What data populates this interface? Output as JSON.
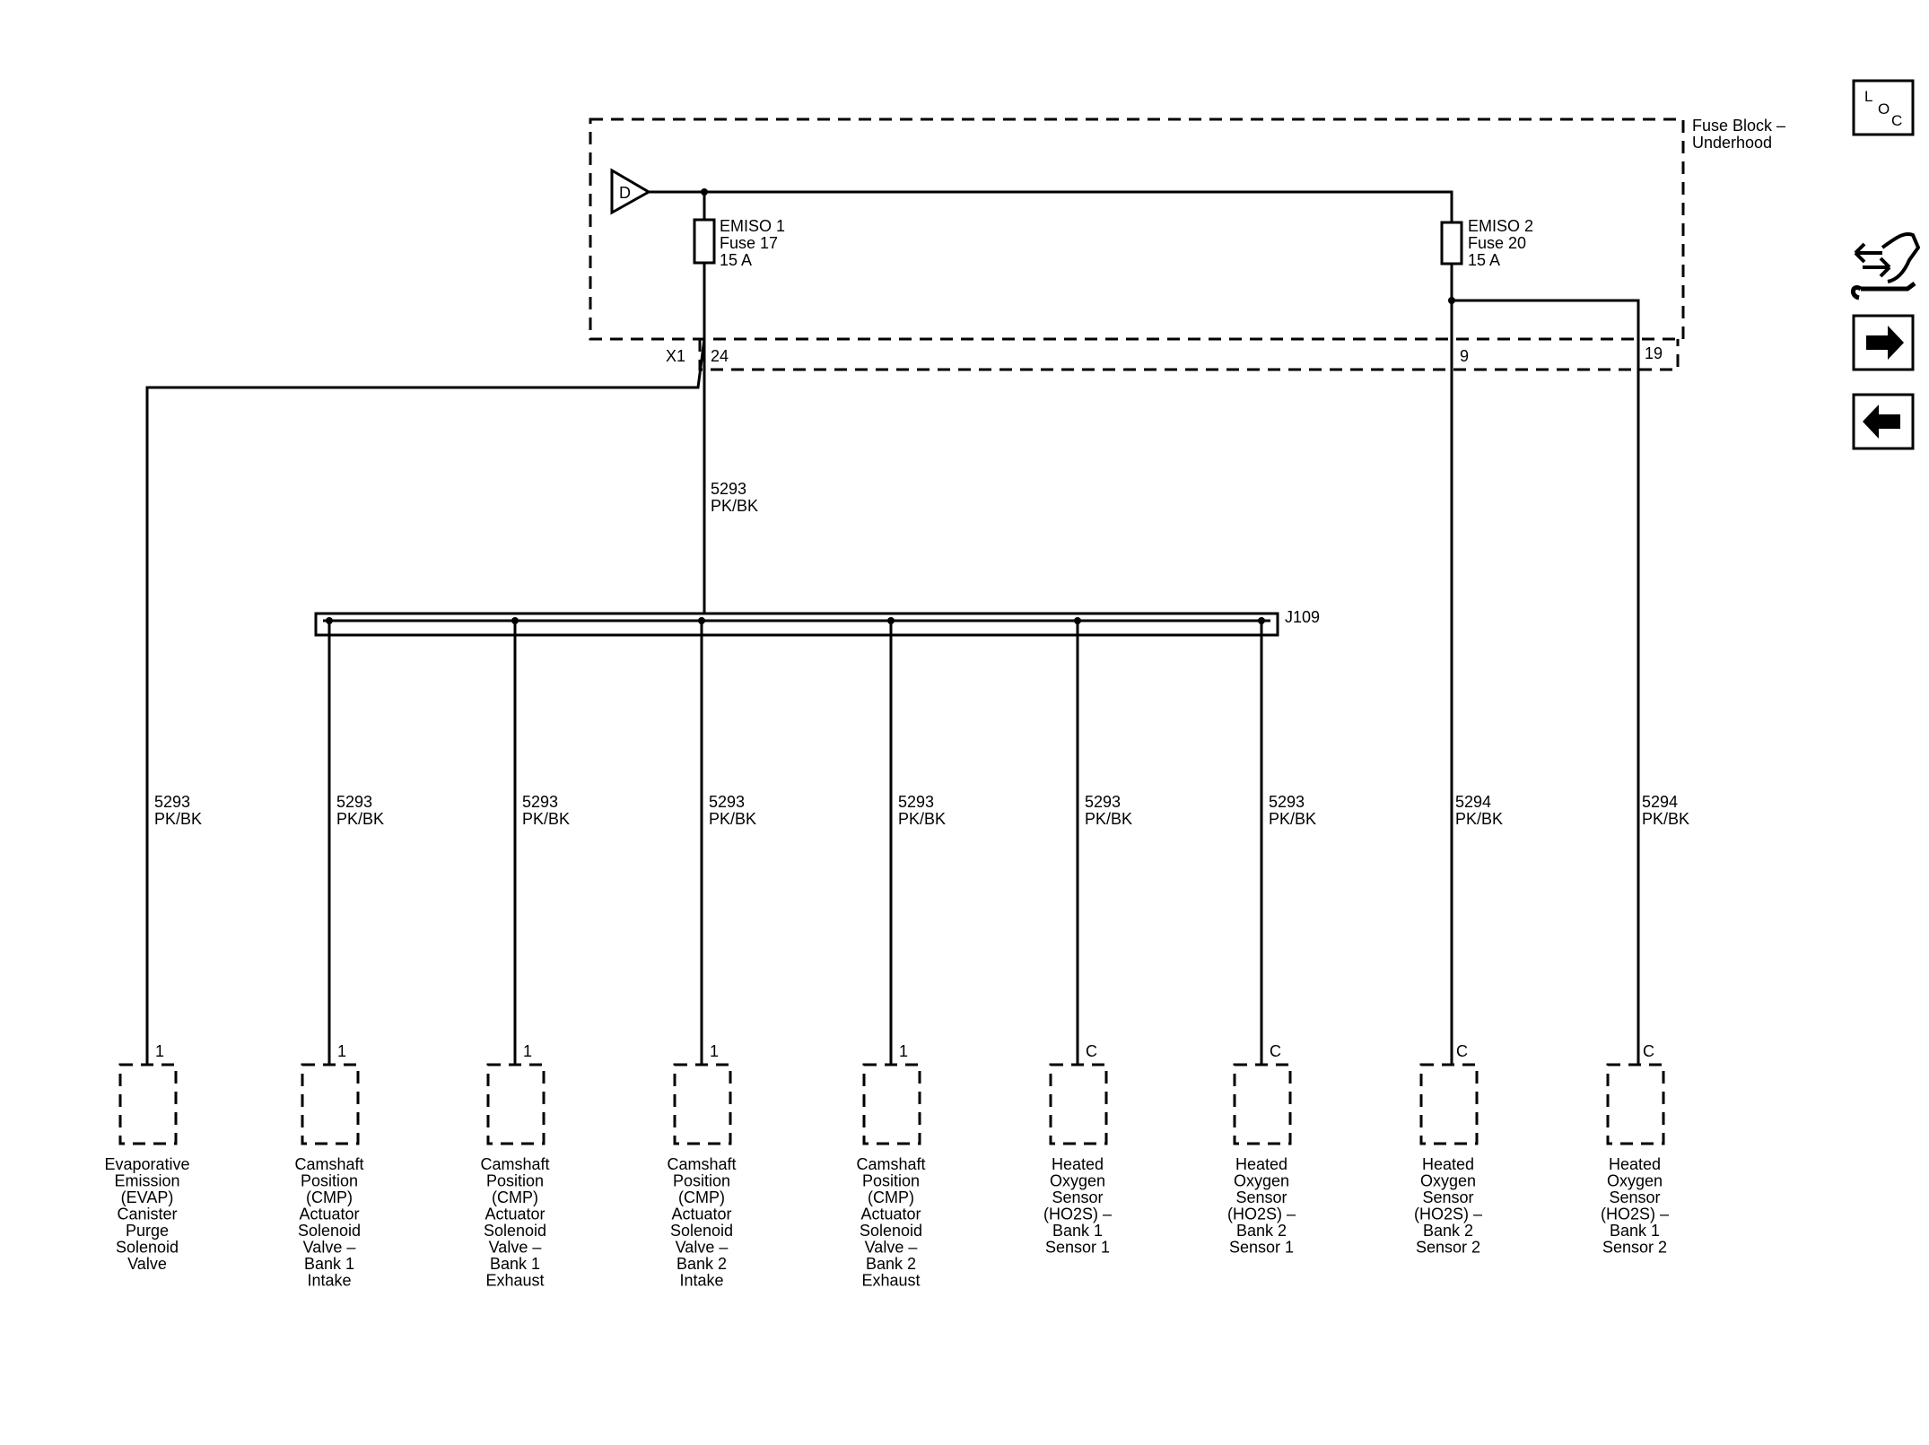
{
  "fuse_block": {
    "title_line1": "Fuse Block –",
    "title_line2": "Underhood",
    "supply_label": "D",
    "connector": "X1",
    "fuses": [
      {
        "name": "EMISO 1",
        "fuse": "Fuse 17",
        "rating": "15 A",
        "pin": "24"
      },
      {
        "name": "EMISO 2",
        "fuse": "Fuse 20",
        "rating": "15 A",
        "pin": "9"
      }
    ],
    "extra_pin": "19"
  },
  "splice": {
    "name": "J109"
  },
  "feed_wire": {
    "circuit": "5293",
    "color": "PK/BK"
  },
  "wires": [
    {
      "circuit": "5293",
      "color": "PK/BK"
    },
    {
      "circuit": "5293",
      "color": "PK/BK"
    },
    {
      "circuit": "5293",
      "color": "PK/BK"
    },
    {
      "circuit": "5293",
      "color": "PK/BK"
    },
    {
      "circuit": "5293",
      "color": "PK/BK"
    },
    {
      "circuit": "5293",
      "color": "PK/BK"
    },
    {
      "circuit": "5293",
      "color": "PK/BK"
    },
    {
      "circuit": "5294",
      "color": "PK/BK"
    },
    {
      "circuit": "5294",
      "color": "PK/BK"
    }
  ],
  "components": [
    {
      "pin": "1",
      "lines": [
        "Evaporative",
        "Emission",
        "(EVAP)",
        "Canister",
        "Purge",
        "Solenoid",
        "Valve"
      ]
    },
    {
      "pin": "1",
      "lines": [
        "Camshaft",
        "Position",
        "(CMP)",
        "Actuator",
        "Solenoid",
        "Valve –",
        "Bank 1",
        "Intake"
      ]
    },
    {
      "pin": "1",
      "lines": [
        "Camshaft",
        "Position",
        "(CMP)",
        "Actuator",
        "Solenoid",
        "Valve –",
        "Bank 1",
        "Exhaust"
      ]
    },
    {
      "pin": "1",
      "lines": [
        "Camshaft",
        "Position",
        "(CMP)",
        "Actuator",
        "Solenoid",
        "Valve –",
        "Bank 2",
        "Intake"
      ]
    },
    {
      "pin": "1",
      "lines": [
        "Camshaft",
        "Position",
        "(CMP)",
        "Actuator",
        "Solenoid",
        "Valve –",
        "Bank 2",
        "Exhaust"
      ]
    },
    {
      "pin": "C",
      "lines": [
        "Heated",
        "Oxygen",
        "Sensor",
        "(HO2S) –",
        "Bank 1",
        "Sensor 1"
      ]
    },
    {
      "pin": "C",
      "lines": [
        "Heated",
        "Oxygen",
        "Sensor",
        "(HO2S) –",
        "Bank 2",
        "Sensor 1"
      ]
    },
    {
      "pin": "C",
      "lines": [
        "Heated",
        "Oxygen",
        "Sensor",
        "(HO2S) –",
        "Bank 2",
        "Sensor 2"
      ]
    },
    {
      "pin": "C",
      "lines": [
        "Heated",
        "Oxygen",
        "Sensor",
        "(HO2S) –",
        "Bank 1",
        "Sensor 2"
      ]
    }
  ],
  "nav": {
    "loc_letters": [
      "L",
      "O",
      "C"
    ],
    "icons": [
      "location-icon",
      "connector-views-icon",
      "next-page-arrow-icon",
      "previous-page-arrow-icon"
    ]
  }
}
